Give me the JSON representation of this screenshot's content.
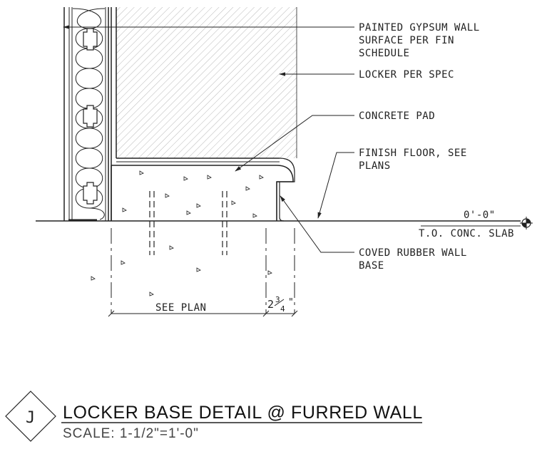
{
  "callouts": {
    "gypsum_l1": "PAINTED GYPSUM WALL",
    "gypsum_l2": "SURFACE PER FIN",
    "gypsum_l3": "SCHEDULE",
    "locker": "LOCKER PER SPEC",
    "pad": "CONCRETE PAD",
    "floor_l1": "FINISH FLOOR, SEE",
    "floor_l2": "PLANS",
    "base_l1": "COVED RUBBER WALL",
    "base_l2": "BASE"
  },
  "elevation": {
    "value": "0'-0\"",
    "label": "T.O. CONC. SLAB"
  },
  "dimensions": {
    "see_plan": "SEE PLAN",
    "depth_whole": "2",
    "depth_num": "3",
    "depth_den": "4",
    "depth_unit": "\""
  },
  "title_block": {
    "detail_id": "J",
    "title": "LOCKER BASE DETAIL @ FURRED WALL",
    "scale": "SCALE: 1-1/2\"=1'-0\""
  }
}
